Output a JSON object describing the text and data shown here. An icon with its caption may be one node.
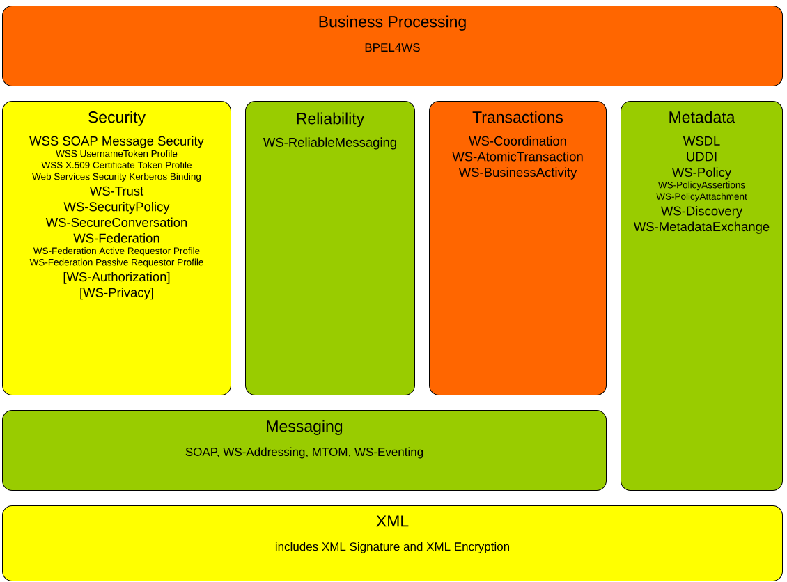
{
  "diagram": {
    "nodes": [
      {
        "text": [
          "Business Processing",
          "BPEL4WS"
        ]
      },
      {
        "text": [
          "Security",
          "WSS SOAP Message Security",
          "WSS UsernameToken Profile",
          "WSS X.509 Certificate Token Profile",
          "Web Services Security Kerberos Binding",
          "WS-Trust",
          "WS-SecurityPolicy",
          "WS-SecureConversation",
          "WS-Federation",
          "WS-Federation Active Requestor Profile",
          "WS-Federation Passive Requestor Profile",
          "[WS-Authorization]",
          "[WS-Privacy]"
        ]
      },
      {
        "text": [
          "Reliability",
          "WS-ReliableMessaging"
        ]
      },
      {
        "text": [
          "Transactions",
          "WS-Coordination",
          "WS-AtomicTransaction",
          "WS-BusinessActivity"
        ]
      },
      {
        "text": [
          "Metadata",
          "WSDL",
          "UDDI",
          "WS-Policy",
          "WS-PolicyAssertions",
          "WS-PolicyAttachment",
          "WS-Discovery",
          "WS-MetadataExchange"
        ]
      },
      {
        "text": [
          "Messaging",
          "SOAP, WS-Addressing, MTOM, WS-Eventing"
        ]
      },
      {
        "text": [
          "XML",
          "includes XML Signature and XML Encryption"
        ]
      }
    ]
  }
}
